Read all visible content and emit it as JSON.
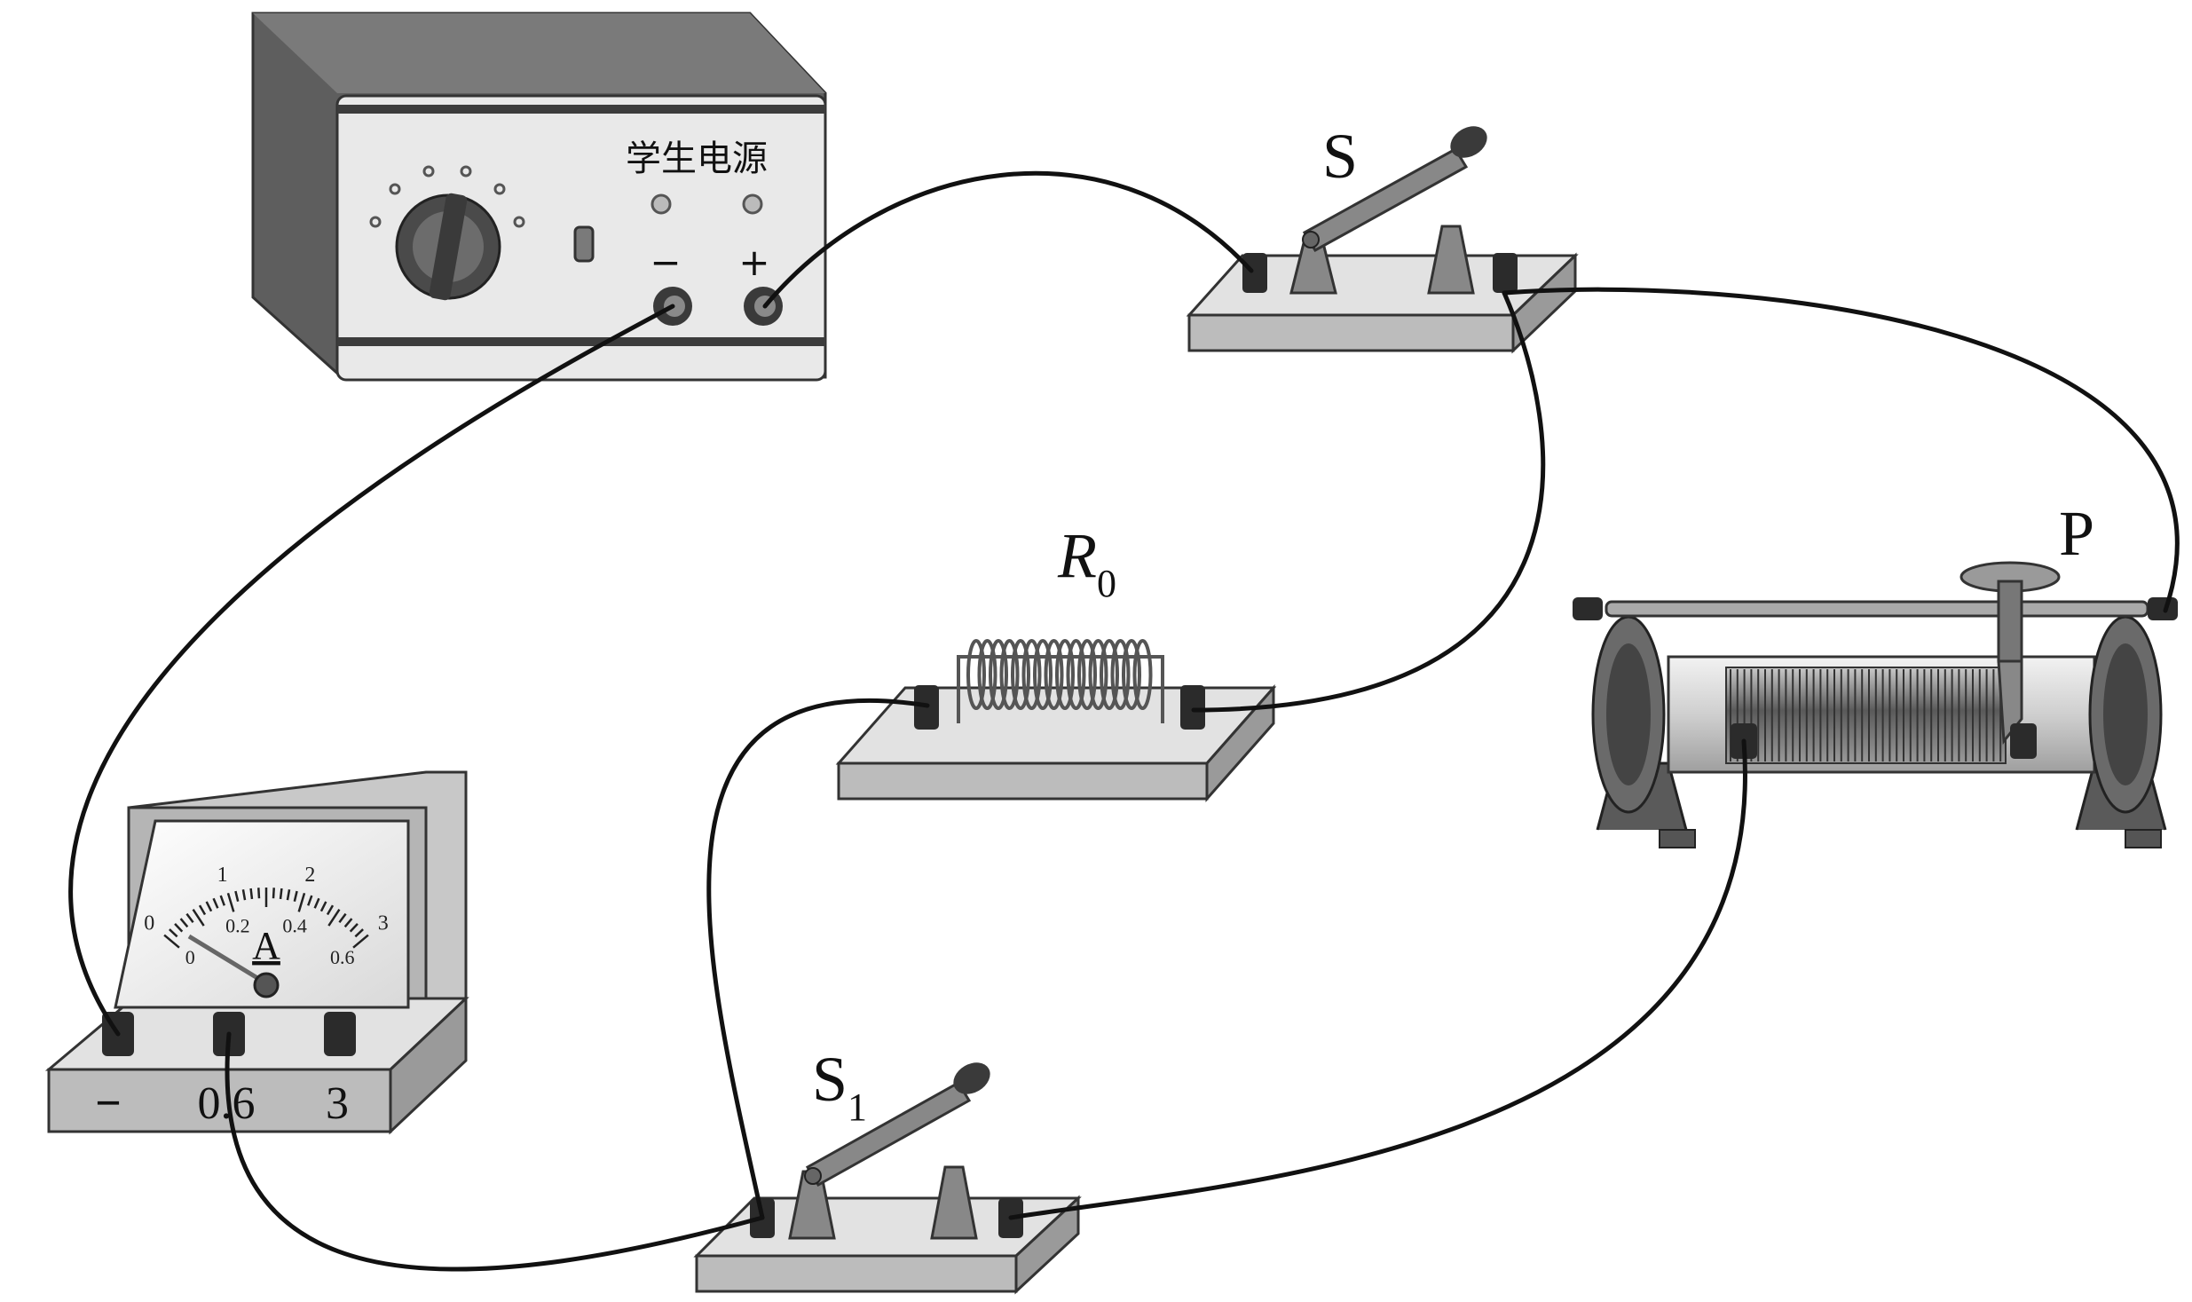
{
  "power_supply": {
    "title": "学生电源",
    "minus": "−",
    "plus": "+"
  },
  "switch_main": {
    "label": "S"
  },
  "switch_branch": {
    "label": "S",
    "subscript": "1"
  },
  "resistor": {
    "label": "R",
    "subscript": "0"
  },
  "rheostat": {
    "slider_label": "P"
  },
  "ammeter": {
    "symbol": "A",
    "scale_top": [
      "0",
      "1",
      "2",
      "3"
    ],
    "scale_bottom": [
      "0",
      "0.2",
      "0.4",
      "0.6"
    ],
    "terminals": [
      "−",
      "0.6",
      "3"
    ]
  },
  "colors": {
    "wire": "#111111",
    "base": "#d2d2d2",
    "dark": "#555555",
    "terminal": "#2b2b2b"
  }
}
